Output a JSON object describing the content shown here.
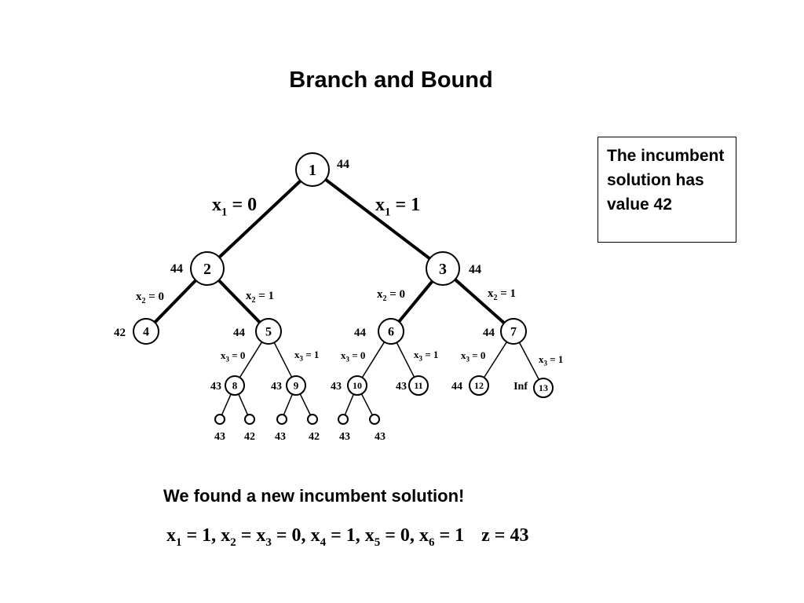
{
  "title": "Branch and Bound",
  "note": {
    "text": "The incumbent solution has value 42"
  },
  "message": "We found a new incumbent solution!",
  "tree": {
    "nodes": [
      {
        "id": "1",
        "label": "1",
        "value": "44"
      },
      {
        "id": "2",
        "label": "2",
        "value": "44"
      },
      {
        "id": "3",
        "label": "3",
        "value": "44"
      },
      {
        "id": "4",
        "label": "4",
        "value": "42"
      },
      {
        "id": "5",
        "label": "5",
        "value": "44"
      },
      {
        "id": "6",
        "label": "6",
        "value": "44"
      },
      {
        "id": "7",
        "label": "7",
        "value": "44"
      },
      {
        "id": "8",
        "label": "8",
        "value": "43"
      },
      {
        "id": "9",
        "label": "9",
        "value": "43"
      },
      {
        "id": "10",
        "label": "10",
        "value": "43"
      },
      {
        "id": "11",
        "label": "11",
        "value": "43"
      },
      {
        "id": "12",
        "label": "12",
        "value": "44"
      },
      {
        "id": "13",
        "label": "13",
        "value": "Inf"
      },
      {
        "id": "l8a",
        "label": "",
        "value": "43"
      },
      {
        "id": "l8b",
        "label": "",
        "value": "42"
      },
      {
        "id": "l9a",
        "label": "",
        "value": "43"
      },
      {
        "id": "l9b",
        "label": "",
        "value": "42"
      },
      {
        "id": "l10a",
        "label": "",
        "value": "43"
      },
      {
        "id": "l10b",
        "label": "",
        "value": "43"
      }
    ],
    "edges": [
      {
        "from": "1",
        "to": "2",
        "var": "x",
        "sub": "1",
        "eq": " = 0",
        "bold": true
      },
      {
        "from": "1",
        "to": "3",
        "var": "x",
        "sub": "1",
        "eq": " = 1",
        "bold": true
      },
      {
        "from": "2",
        "to": "4",
        "var": "x",
        "sub": "2",
        "eq": " = 0",
        "bold": true
      },
      {
        "from": "2",
        "to": "5",
        "var": "x",
        "sub": "2",
        "eq": " = 1",
        "bold": true
      },
      {
        "from": "3",
        "to": "6",
        "var": "x",
        "sub": "2",
        "eq": " = 0",
        "bold": true
      },
      {
        "from": "3",
        "to": "7",
        "var": "x",
        "sub": "2",
        "eq": " = 1",
        "bold": true
      },
      {
        "from": "5",
        "to": "8",
        "var": "x",
        "sub": "3",
        "eq": " = 0",
        "bold": false
      },
      {
        "from": "5",
        "to": "9",
        "var": "x",
        "sub": "3",
        "eq": " = 1",
        "bold": false
      },
      {
        "from": "6",
        "to": "10",
        "var": "x",
        "sub": "3",
        "eq": " = 0",
        "bold": false
      },
      {
        "from": "6",
        "to": "11",
        "var": "x",
        "sub": "3",
        "eq": " = 1",
        "bold": false
      },
      {
        "from": "7",
        "to": "12",
        "var": "x",
        "sub": "3",
        "eq": " = 0",
        "bold": false
      },
      {
        "from": "7",
        "to": "13",
        "var": "x",
        "sub": "3",
        "eq": " = 1",
        "bold": false
      },
      {
        "from": "8",
        "to": "l8a",
        "var": "",
        "sub": "",
        "eq": "",
        "bold": false
      },
      {
        "from": "8",
        "to": "l8b",
        "var": "",
        "sub": "",
        "eq": "",
        "bold": false
      },
      {
        "from": "9",
        "to": "l9a",
        "var": "",
        "sub": "",
        "eq": "",
        "bold": false
      },
      {
        "from": "9",
        "to": "l9b",
        "var": "",
        "sub": "",
        "eq": "",
        "bold": false
      },
      {
        "from": "10",
        "to": "l10a",
        "var": "",
        "sub": "",
        "eq": "",
        "bold": false
      },
      {
        "from": "10",
        "to": "l10b",
        "var": "",
        "sub": "",
        "eq": "",
        "bold": false
      }
    ]
  },
  "solution": {
    "parts": [
      {
        "var": "x",
        "sub": "1",
        "text": " = 1, "
      },
      {
        "var": "x",
        "sub": "2",
        "text": " = "
      },
      {
        "var": "x",
        "sub": "3",
        "text": " = 0, "
      },
      {
        "var": "x",
        "sub": "4",
        "text": " = 1, "
      },
      {
        "var": "x",
        "sub": "5",
        "text": " = 0, "
      },
      {
        "var": "x",
        "sub": "6",
        "text": " = 1"
      }
    ],
    "objective": "z = 43"
  }
}
